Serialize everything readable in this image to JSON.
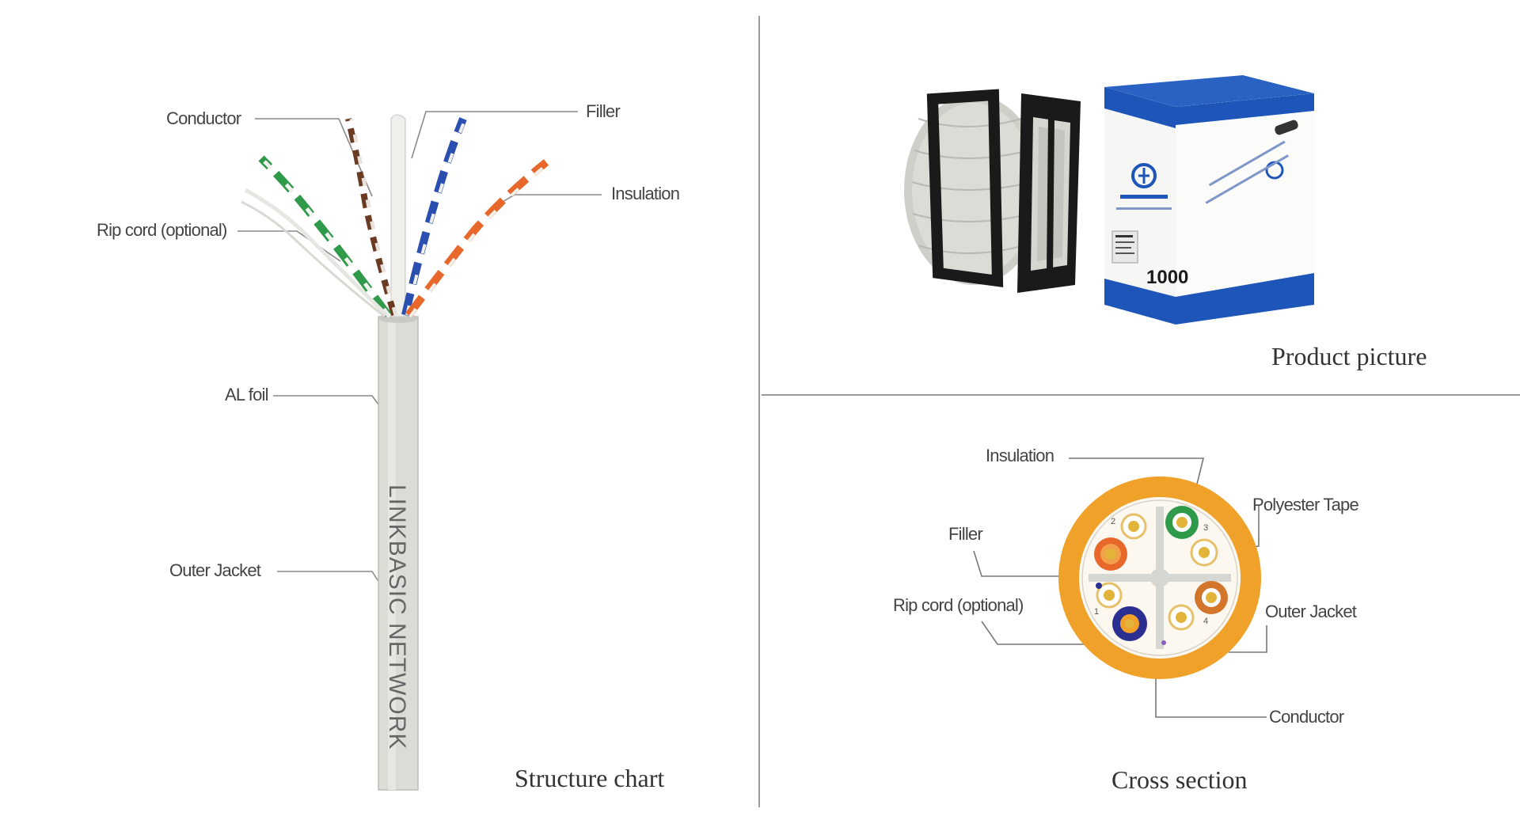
{
  "structure_chart": {
    "caption": "Structure chart",
    "jacket_print": "LINKBASIC NETWORK",
    "labels": {
      "conductor": "Conductor",
      "filler": "Filler",
      "insulation": "Insulation",
      "rip_cord": "Rip cord (optional)",
      "al_foil": "AL foil",
      "outer_jacket": "Outer Jacket"
    }
  },
  "product_picture": {
    "caption": "Product picture",
    "box_length_marking": "1000"
  },
  "cross_section": {
    "caption": "Cross section",
    "labels": {
      "insulation": "Insulation",
      "polyester_tape": "Polyester Tape",
      "filler": "Filler",
      "rip_cord": "Rip cord (optional)",
      "outer_jacket": "Outer Jacket",
      "conductor": "Conductor"
    },
    "pair_numbers": [
      "1",
      "2",
      "3",
      "4"
    ]
  },
  "colors": {
    "jacket_grey": "#d8d8d4",
    "outer_jacket_orange": "#f0a12a",
    "pair_green": "#2f9a4a",
    "pair_blue": "#2b4fb0",
    "pair_orange": "#e8672a",
    "pair_brown": "#6b3a22",
    "box_blue": "#1d56b8"
  }
}
